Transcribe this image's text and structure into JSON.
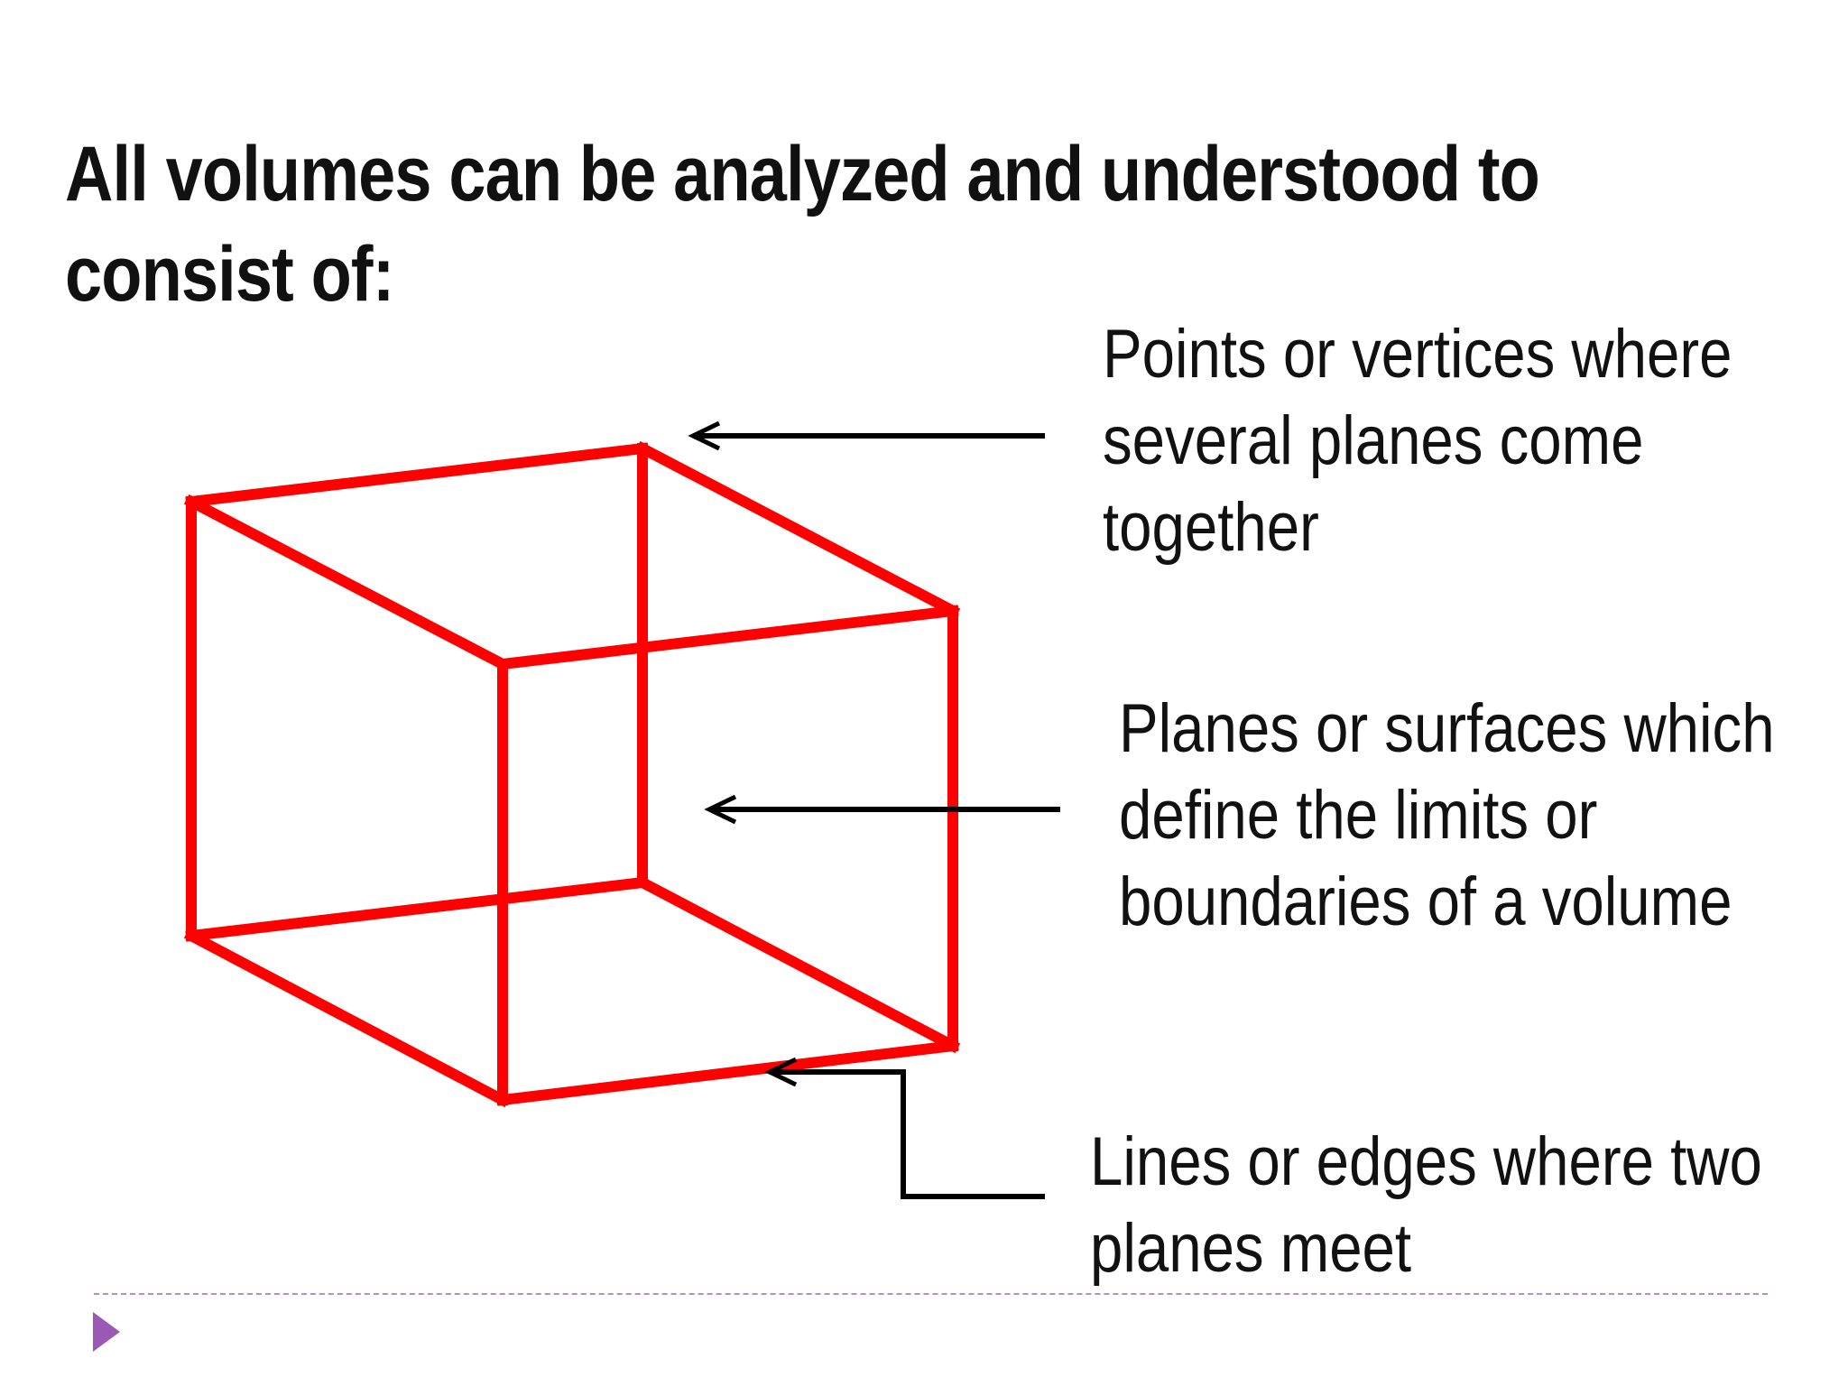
{
  "slide": {
    "title_lines": [
      "All volumes can be analyzed and understood to",
      "consist of:"
    ]
  },
  "labels": {
    "points": [
      "Points or vertices where",
      "several planes come",
      "together"
    ],
    "planes": [
      "Planes or surfaces which",
      "define the limits or",
      "boundaries of a volume"
    ],
    "lines": [
      "Lines or edges where two",
      "planes meet"
    ]
  },
  "colors": {
    "cube_edges": "#ff0000",
    "arrows": "#000000",
    "divider": "#b88bc9",
    "bullet": "#9b59b6"
  },
  "icons": {
    "bullet": "triangle-right-icon"
  }
}
